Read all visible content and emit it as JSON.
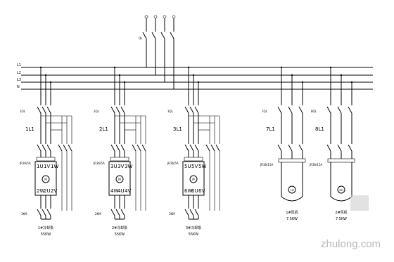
{
  "bus": {
    "phases": [
      "L1",
      "L2",
      "L3",
      "N"
    ],
    "right_tag": "",
    "feeders": [
      "",
      "",
      "",
      ""
    ]
  },
  "main_breaker": {
    "tag": "QL",
    "spec": "",
    "rating": ""
  },
  "units": [
    {
      "id": "1",
      "breaker": "1QL",
      "ctr": "1L1",
      "ct": "",
      "relay": "JR36/5A",
      "top_terms": [
        "1U",
        "1V",
        "1W"
      ],
      "bot_terms": [
        "2W",
        "2U",
        "2V"
      ],
      "contactor2": "1KM",
      "name": "1#冷却泵",
      "power": "55KW"
    },
    {
      "id": "2",
      "breaker": "2QL",
      "ctr": "2L1",
      "ct": "",
      "relay": "JR36/5A",
      "top_terms": [
        "3U",
        "3V",
        "3W"
      ],
      "bot_terms": [
        "4W",
        "4U",
        "4V"
      ],
      "contactor2": "2KM",
      "name": "2#冷却泵",
      "power": "55KW"
    },
    {
      "id": "3",
      "breaker": "3QL",
      "ctr": "3L1",
      "ct": "",
      "relay": "JR36/5A",
      "top_terms": [
        "5U",
        "5V",
        "5W"
      ],
      "bot_terms": [
        "6W",
        "6U",
        "6V"
      ],
      "contactor2": "3KM",
      "name": "3#冷却泵",
      "power": "55KW"
    }
  ],
  "fans": [
    {
      "breaker": "7QL",
      "ctr": "7L1",
      "relay": "JR36/15A",
      "motor": "7M",
      "name": "1#风机",
      "power": "7.5KW"
    },
    {
      "breaker": "8QL",
      "ctr": "8L1",
      "relay": "JR36/15A",
      "motor": "8M",
      "name": "2#风机",
      "power": "7.5KW"
    }
  ],
  "watermark": "zhulong.com"
}
